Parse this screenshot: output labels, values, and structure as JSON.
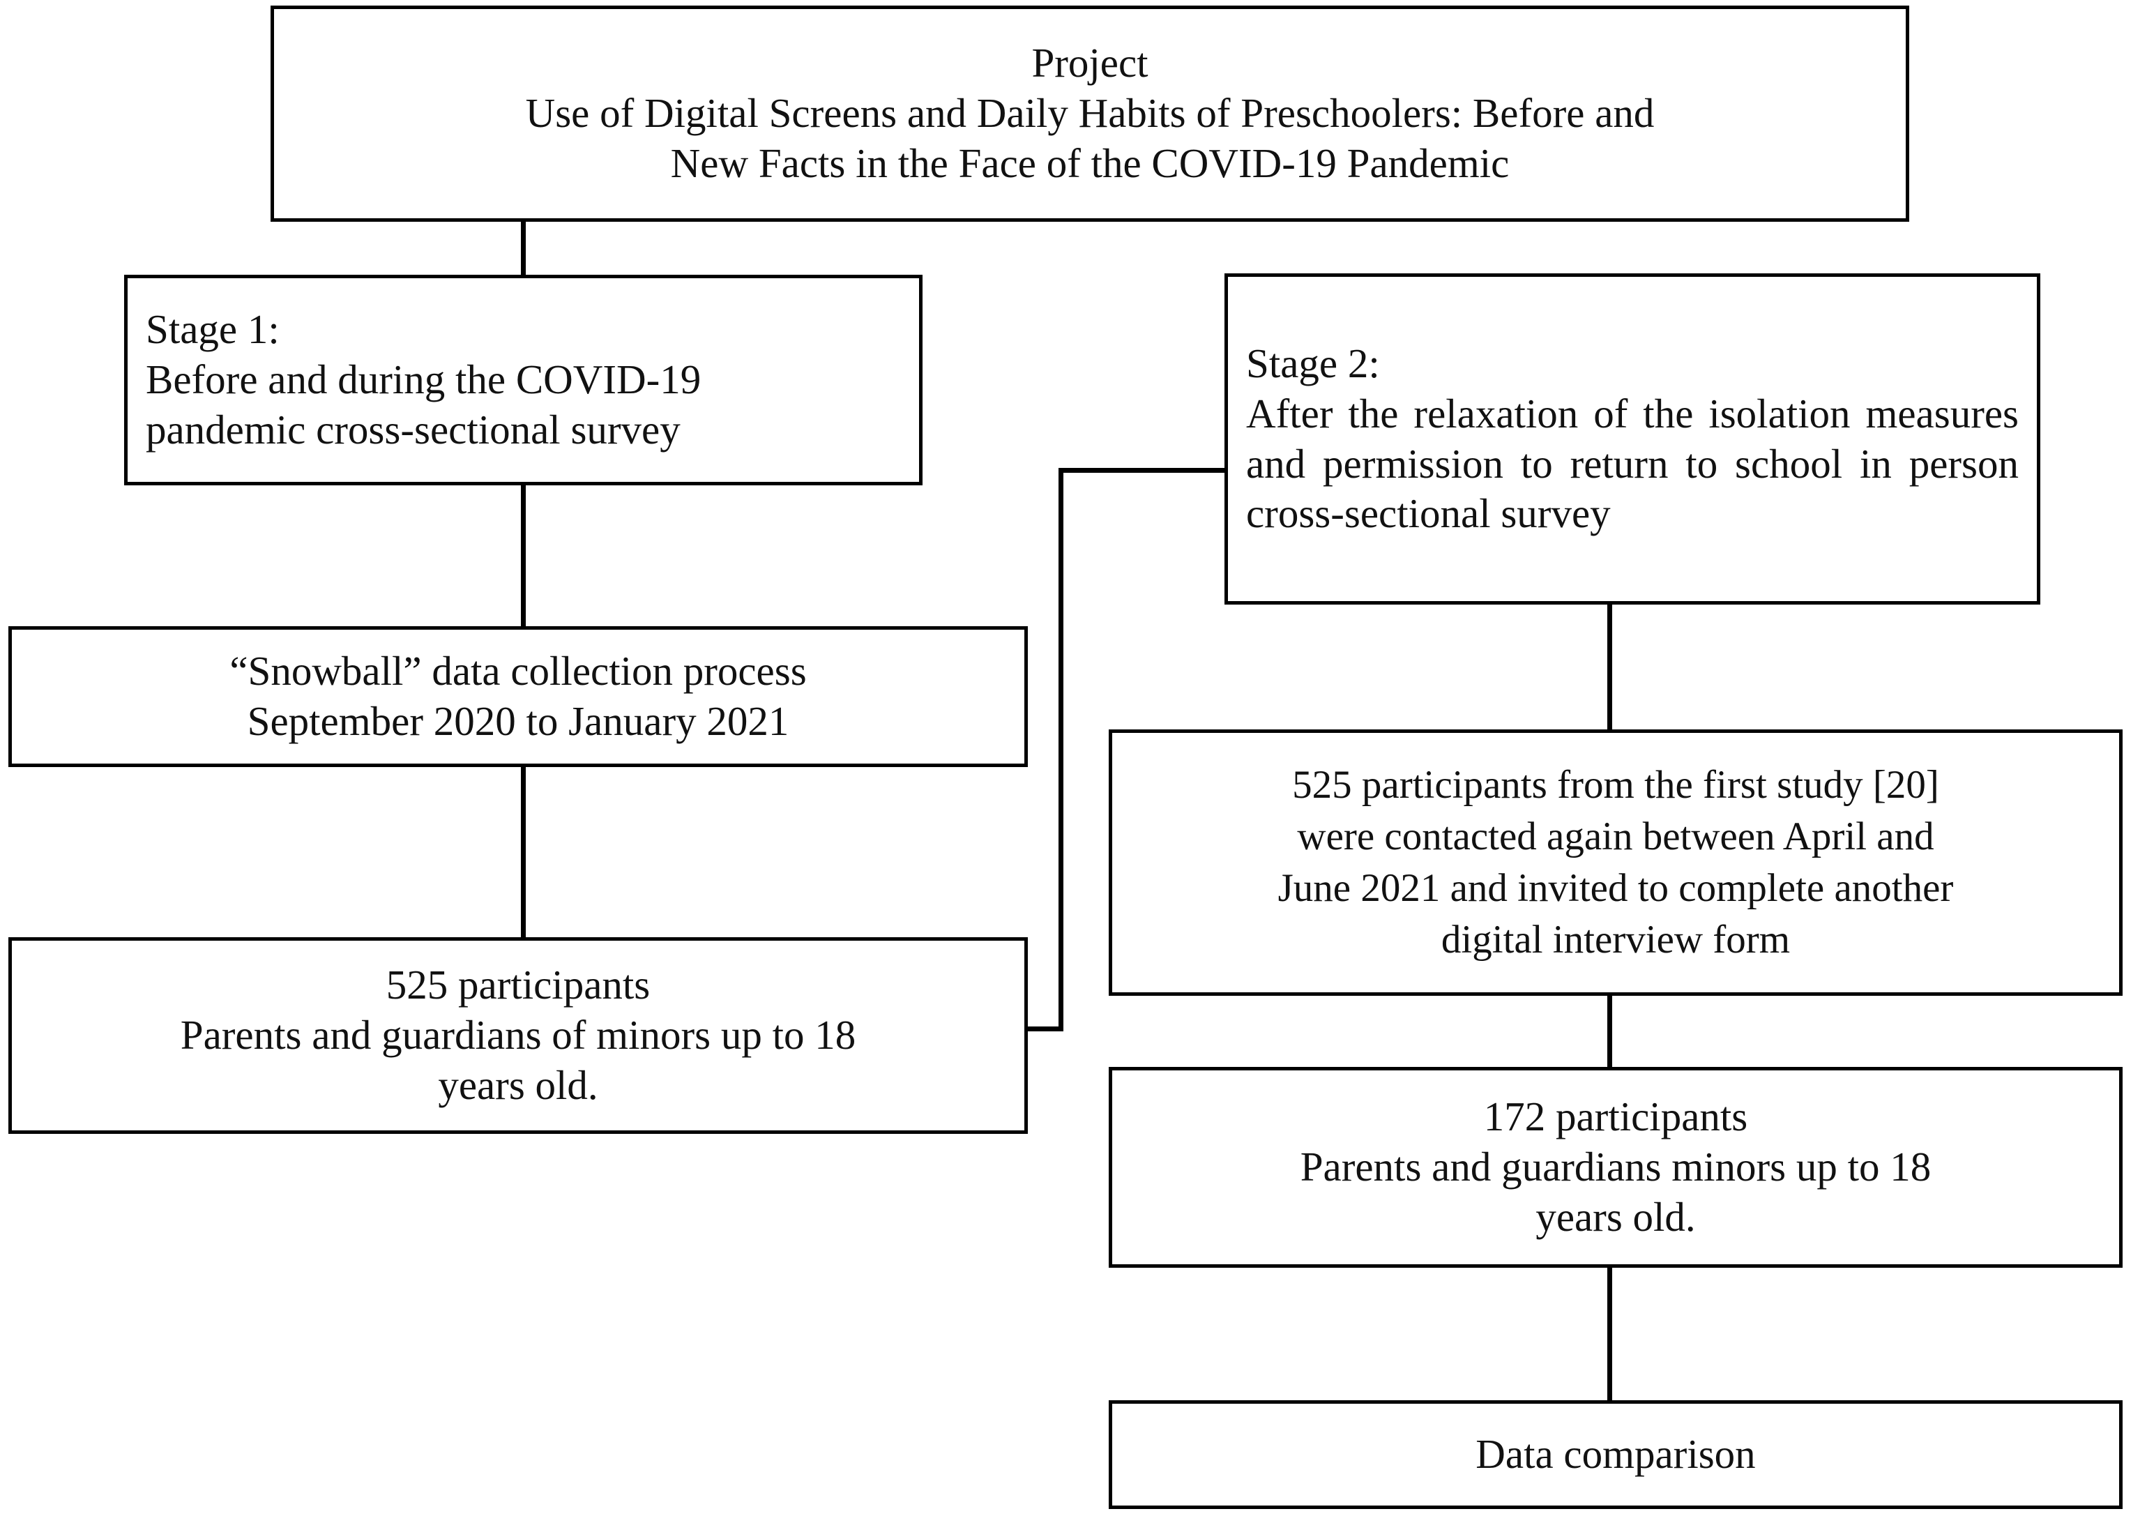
{
  "flowchart": {
    "title_box": {
      "line1": "Project",
      "line2": "Use of Digital Screens and Daily Habits of Preschoolers:  Before and",
      "line3": "New Facts in the Face of the COVID-19 Pandemic"
    },
    "stage1_box": {
      "line1": "Stage 1:",
      "line2": "Before and  during the COVID-19",
      "line3": "pandemic  cross-sectional  survey"
    },
    "stage2_box": {
      "line1": "Stage 2:",
      "body": "After the relaxation of the isolation measures and permission to return to school in person cross-sectional survey"
    },
    "snowball_box": {
      "line1": "“Snowball”  data collection  process",
      "line2": "September 2020 to January 2021"
    },
    "participants_left_box": {
      "line1": "525 participants",
      "line2": "Parents and  guardians  of minors  up to 18",
      "line3": "years old."
    },
    "recontact_box": {
      "line1": "525 participants  from the first  study [20]",
      "line2": "were  contacted  again between  April  and",
      "line3": "June 2021 and invited  to complete  another",
      "line4": "digital  interview  form"
    },
    "participants_right_box": {
      "line1": "172 participants",
      "line2": "Parents and  guardians  minors  up to 18",
      "line3": "years old."
    },
    "comparison_box": {
      "label": "Data comparison"
    },
    "colors": {
      "stroke": "#000000",
      "background": "#ffffff",
      "text": "#111111"
    }
  }
}
